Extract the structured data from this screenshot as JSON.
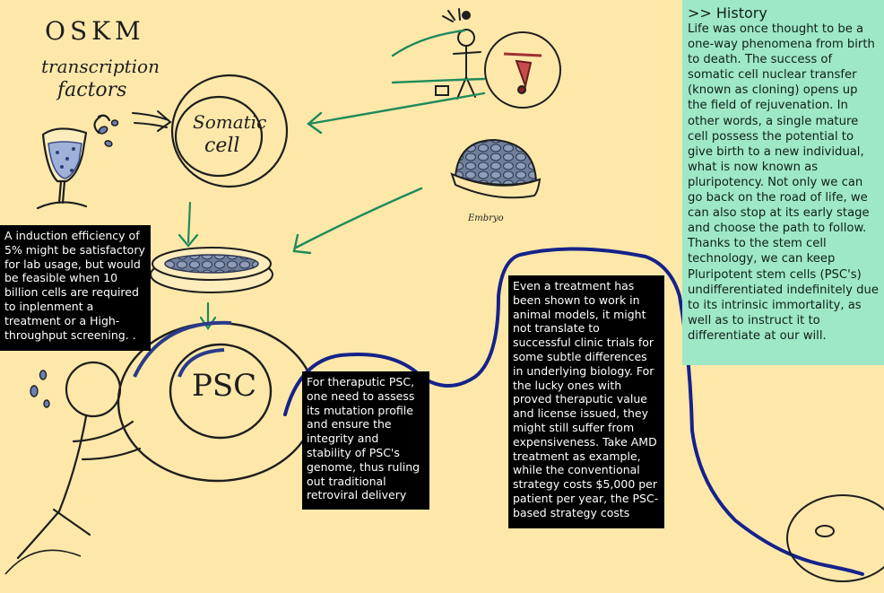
{
  "colors": {
    "background": "#fde8aa",
    "history_panel": "#9ee8c6",
    "note_box": "#000000",
    "path_line": "#15228a",
    "arrow_green": "#1e8a5a"
  },
  "drawing": {
    "oskm_title": "OSKM",
    "oskm_sub1": "transcription",
    "oskm_sub2": "factors",
    "somatic_line1": "Somatic",
    "somatic_line2": "cell",
    "psc_label": "PSC",
    "embryo_label": "Embryo"
  },
  "notes": {
    "efficiency": "A induction efficiency of 5% might be satisfactory for lab usage, but would be feasible when 10 billion cells are required to inplenment a treatment or a High-throughput screening. .",
    "theraputic": "For theraputic PSC, one need to assess its mutation profile and ensure the integrity and stability of PSC's genome, thus ruling out traditional retroviral delivery",
    "treatment": "Even a treatment has been shown to work in animal models, it might not translate to successful clinic trials for some subtle differences in underlying biology. For the lucky ones with proved theraputic value and license issued, they might still suffer from expensiveness. Take AMD treatment as example, while the conventional strategy costs $5,000 per patient per year, the PSC-based strategy costs"
  },
  "history": {
    "title": ">> History",
    "body": "Life was once thought to be a one-way phenomena from birth to death. The success of somatic cell nuclear transfer (known as cloning) opens up the field of rejuvenation. In other words, a single mature cell possess the potential to give birth to a new individual, what is now known as pluripotency. Not only we can go back on the road of life, we can also stop at its early stage and choose the path to follow. Thanks to the stem cell technology, we can keep Pluripotent stem cells (PSC's) undifferentiated indefinitely due to its intrinsic immortality, as well as to instruct it to differentiate at our will."
  }
}
